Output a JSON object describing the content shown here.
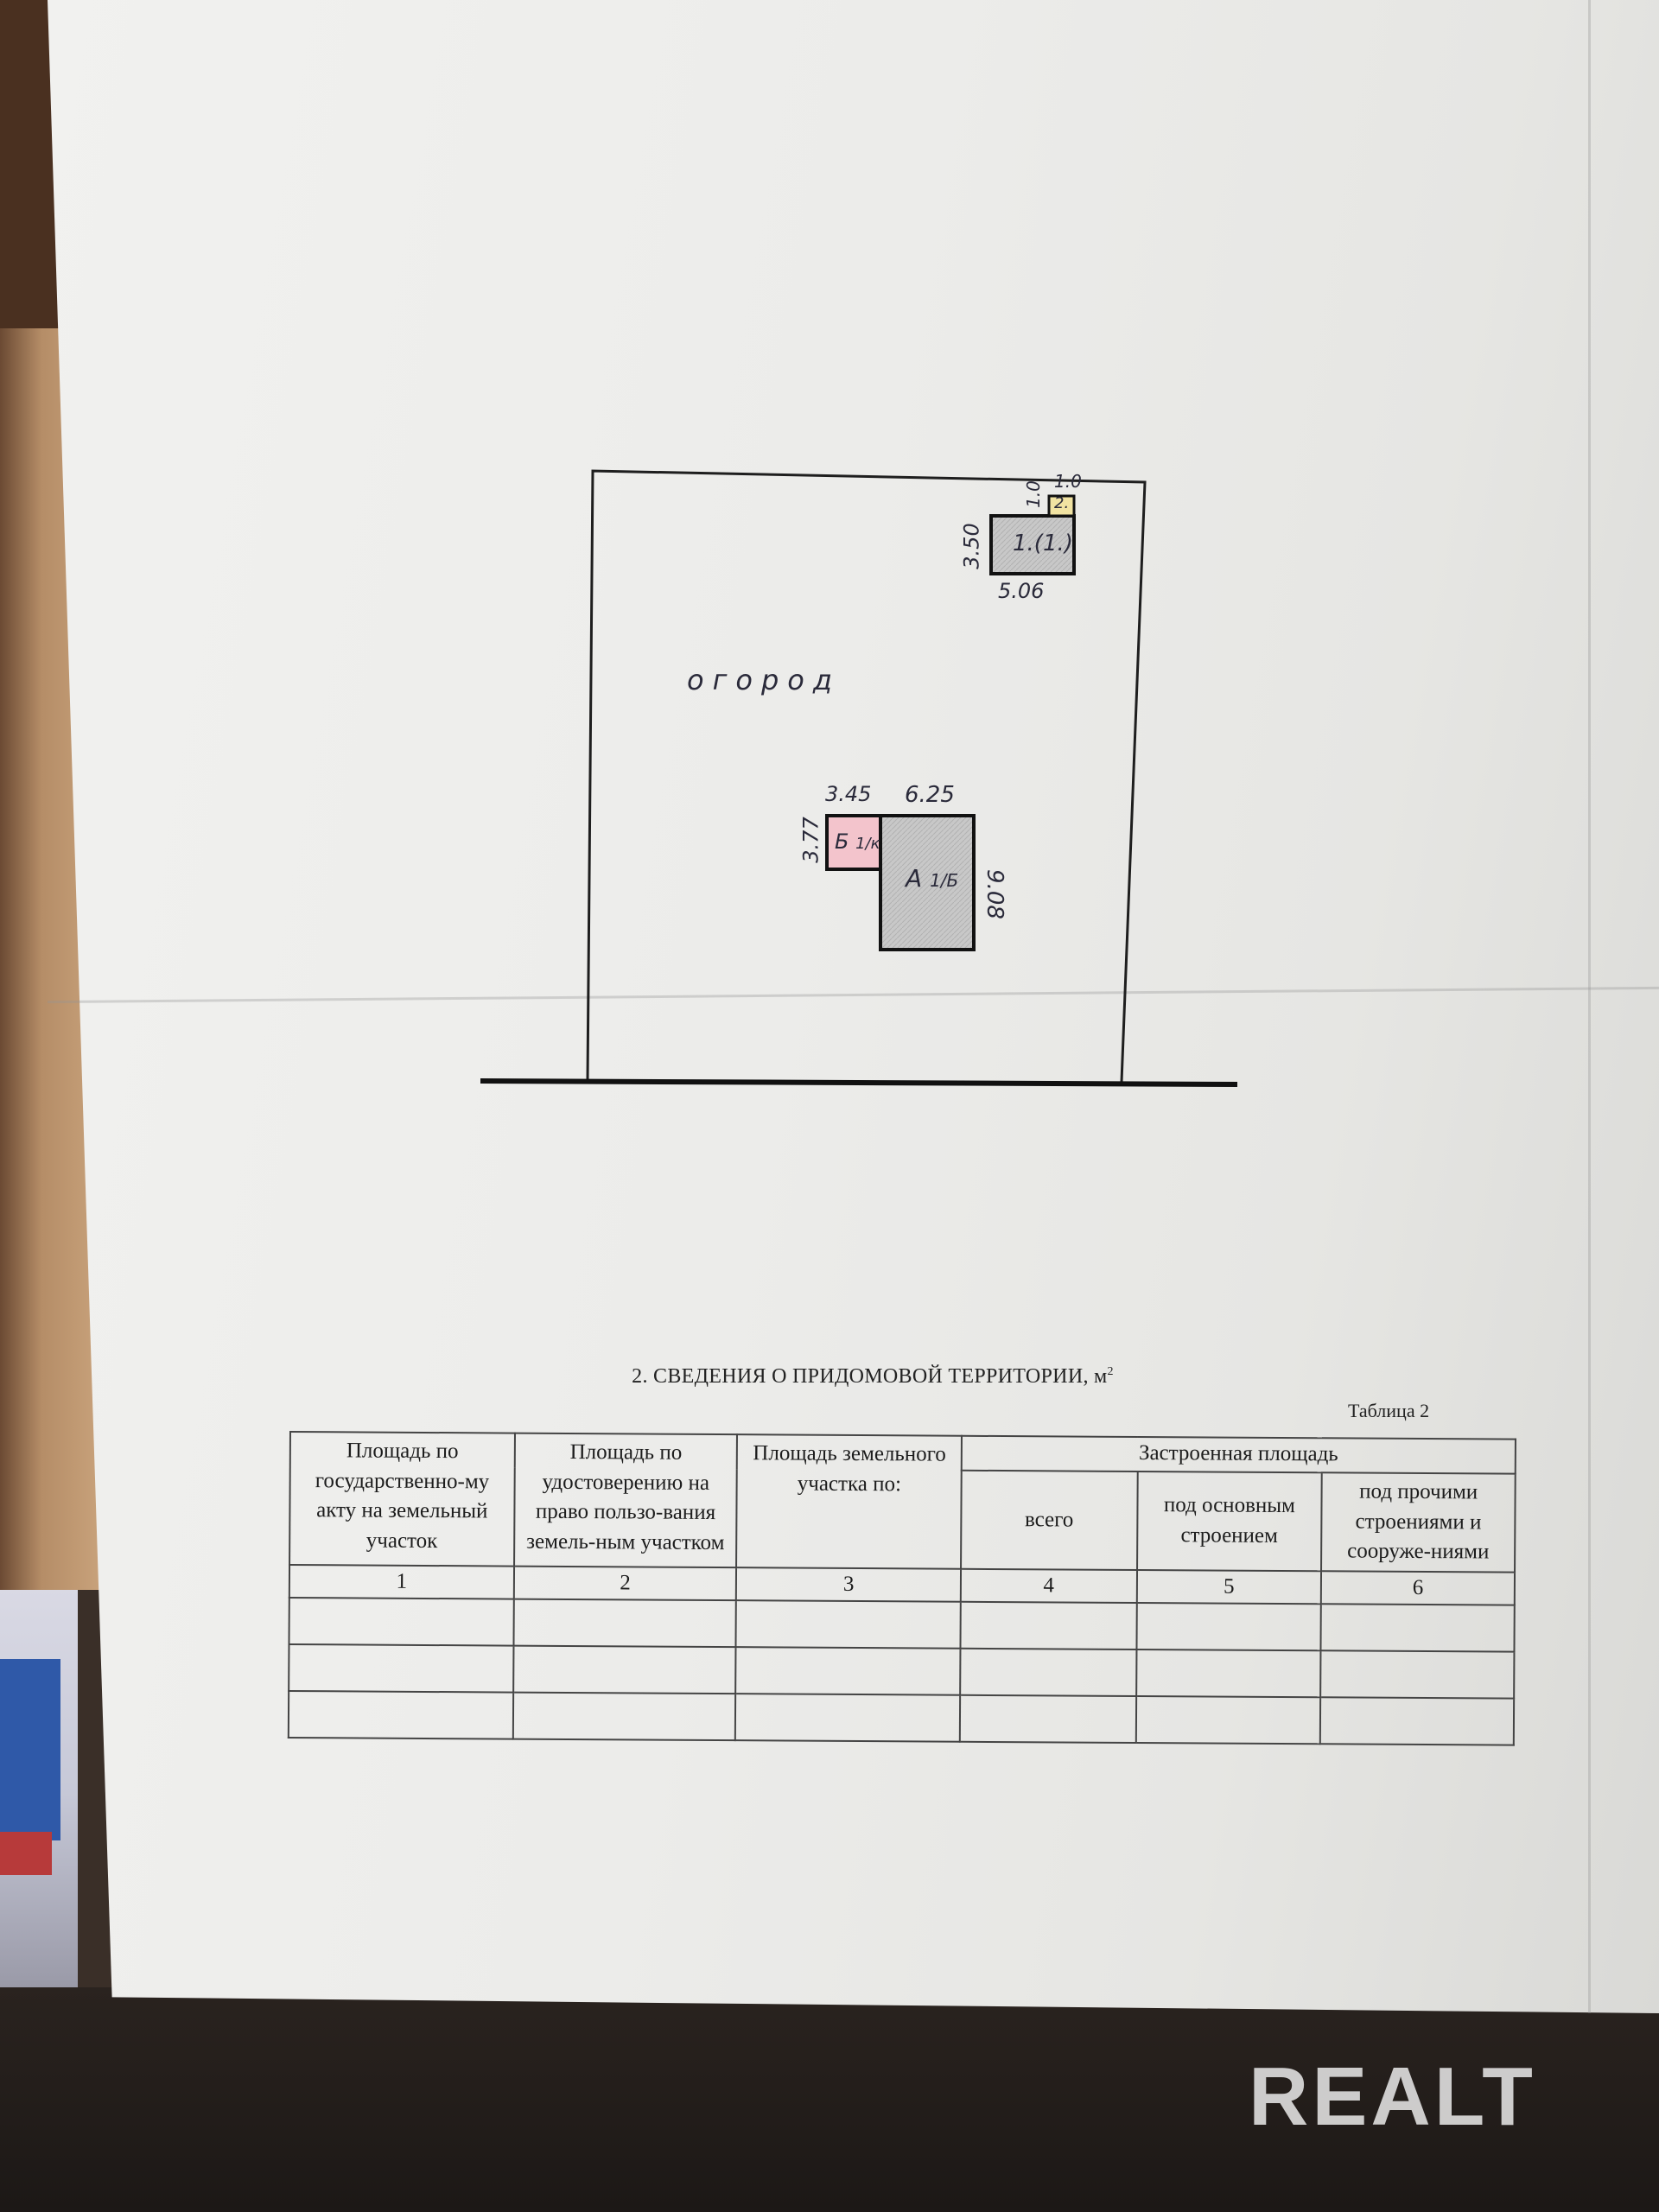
{
  "plan": {
    "garden_label": "огород",
    "outbuilding": {
      "label": "1.(1.)",
      "dim_height": "3.50",
      "dim_width": "5.06"
    },
    "small_building": {
      "label": "2.",
      "dim_a": "1.0",
      "dim_b": "1.0"
    },
    "annex": {
      "label_top": "Б",
      "label_frac": "1/к",
      "dim_height": "3.77",
      "dim_width": "3.45"
    },
    "house": {
      "label_top": "А",
      "label_frac": "1/Б",
      "dim_width": "6.25",
      "dim_height": "9.08"
    }
  },
  "section": {
    "title": "2. СВЕДЕНИЯ О ПРИДОМОВОЙ ТЕРРИТОРИИ, м",
    "title_sup": "2",
    "table_caption": "Таблица 2"
  },
  "table": {
    "headers": {
      "col1": "Площадь по государственно-му акту на земельный участок",
      "col2": "Площадь по удостоверению на право пользо-вания земель-ным участком",
      "col3": "Площадь земельного участка по:",
      "built_area": "Застроенная площадь",
      "col4": "всего",
      "col5": "под основным строением",
      "col6": "под прочими строениями и сооруже-ниями"
    },
    "numbers": [
      "1",
      "2",
      "3",
      "4",
      "5",
      "6"
    ],
    "rows": [
      [
        "",
        "",
        "",
        "",
        "",
        ""
      ],
      [
        "",
        "",
        "",
        "",
        "",
        ""
      ],
      [
        "",
        "",
        "",
        "",
        "",
        ""
      ]
    ]
  },
  "watermark": "REALT",
  "colors": {
    "building_fill": "#c8c8c8",
    "annex_fill": "#f3c4cc",
    "small_building_fill": "#f1e3a2",
    "line": "#1e1e1e"
  }
}
